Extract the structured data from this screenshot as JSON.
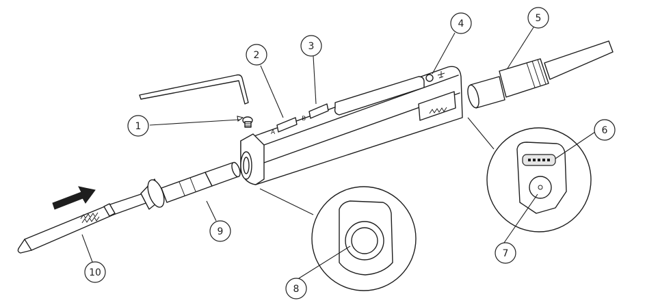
{
  "callouts": [
    {
      "id": "1",
      "label": "1"
    },
    {
      "id": "2",
      "label": "2"
    },
    {
      "id": "3",
      "label": "3"
    },
    {
      "id": "4",
      "label": "4"
    },
    {
      "id": "5",
      "label": "5"
    },
    {
      "id": "6",
      "label": "6"
    },
    {
      "id": "7",
      "label": "7"
    },
    {
      "id": "8",
      "label": "8"
    },
    {
      "id": "9",
      "label": "9"
    },
    {
      "id": "10",
      "label": "10"
    }
  ],
  "buttons": {
    "a_label": "A",
    "b_label": "B"
  },
  "colors": {
    "line": "#1e1e1e",
    "fill": "#ffffff",
    "shade": "#e6e6e6"
  },
  "icons": [
    "hex-key-icon",
    "screw-icon",
    "insert-direction-arrow-icon",
    "brand-logo-icon",
    "ground-symbol-icon"
  ]
}
